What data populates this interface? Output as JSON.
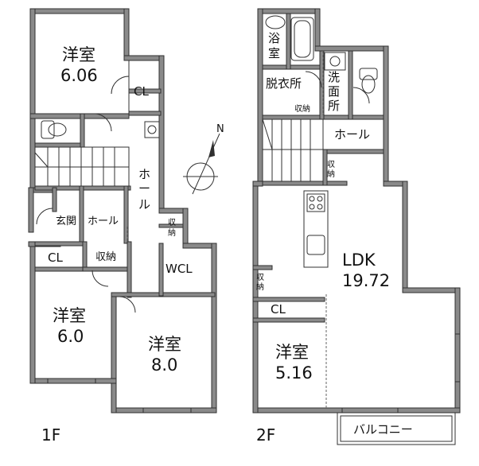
{
  "floor1": {
    "label": "1F",
    "bedroom_top": {
      "name": "洋室",
      "size": "6.06"
    },
    "closet_top": "CL",
    "hall_vertical": [
      "ホ",
      "ー",
      "ル"
    ],
    "entrance": "玄関",
    "hall_small": "ホール",
    "storage_small": [
      "収",
      "納"
    ],
    "closet_left": "CL",
    "storage_left": "収納",
    "walkin_closet": "WCL",
    "bedroom_left": {
      "name": "洋室",
      "size": "6.0"
    },
    "bedroom_right": {
      "name": "洋室",
      "size": "8.0"
    }
  },
  "floor2": {
    "label": "2F",
    "bath": [
      "浴",
      "室"
    ],
    "dressing": "脱衣所",
    "storage_dressing": "収納",
    "washroom": [
      "洗",
      "面",
      "所"
    ],
    "hall": "ホール",
    "storage_stair": [
      "収",
      "納"
    ],
    "ldk": {
      "name": "LDK",
      "size": "19.72"
    },
    "storage_ldk": [
      "収",
      "納"
    ],
    "closet": "CL",
    "bedroom": {
      "name": "洋室",
      "size": "5.16"
    },
    "balcony": "バルコニー"
  },
  "compass": {
    "north": "N"
  }
}
